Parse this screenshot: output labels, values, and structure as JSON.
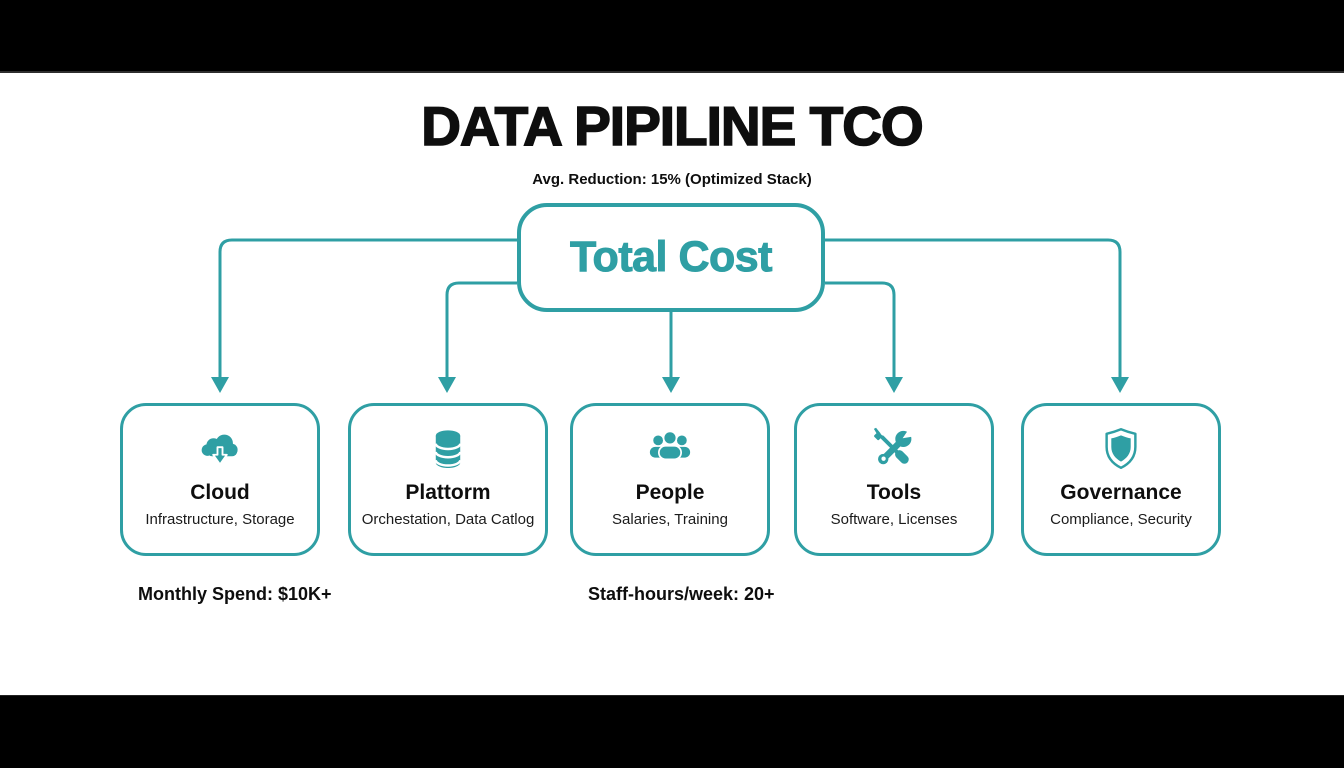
{
  "header": {
    "title": "DATA PIPILINE TCO",
    "subtitle": "Avg. Reduction: 15% (Optimized Stack)"
  },
  "root": {
    "label": "Total Cost"
  },
  "nodes": [
    {
      "label": "Cloud",
      "description": "Infrastructure, Storage",
      "icon": "cloud-download-icon"
    },
    {
      "label": "Plattorm",
      "description": "Orchestation, Data Catlog",
      "icon": "database-icon"
    },
    {
      "label": "People",
      "description": "Salaries, Training",
      "icon": "people-group-icon"
    },
    {
      "label": "Tools",
      "description": "Software, Licenses",
      "icon": "wrench-screwdriver-icon"
    },
    {
      "label": "Governance",
      "description": "Compliance, Security",
      "icon": "shield-icon"
    }
  ],
  "annotations": [
    {
      "text": "Monthly Spend: $10K+"
    },
    {
      "text": "Staff-hours/week: 20+"
    }
  ],
  "colors": {
    "accent": "#2F9FA4",
    "ink": "#0E0E0E",
    "background": "#FFFFFF",
    "letterbox": "#000000"
  }
}
